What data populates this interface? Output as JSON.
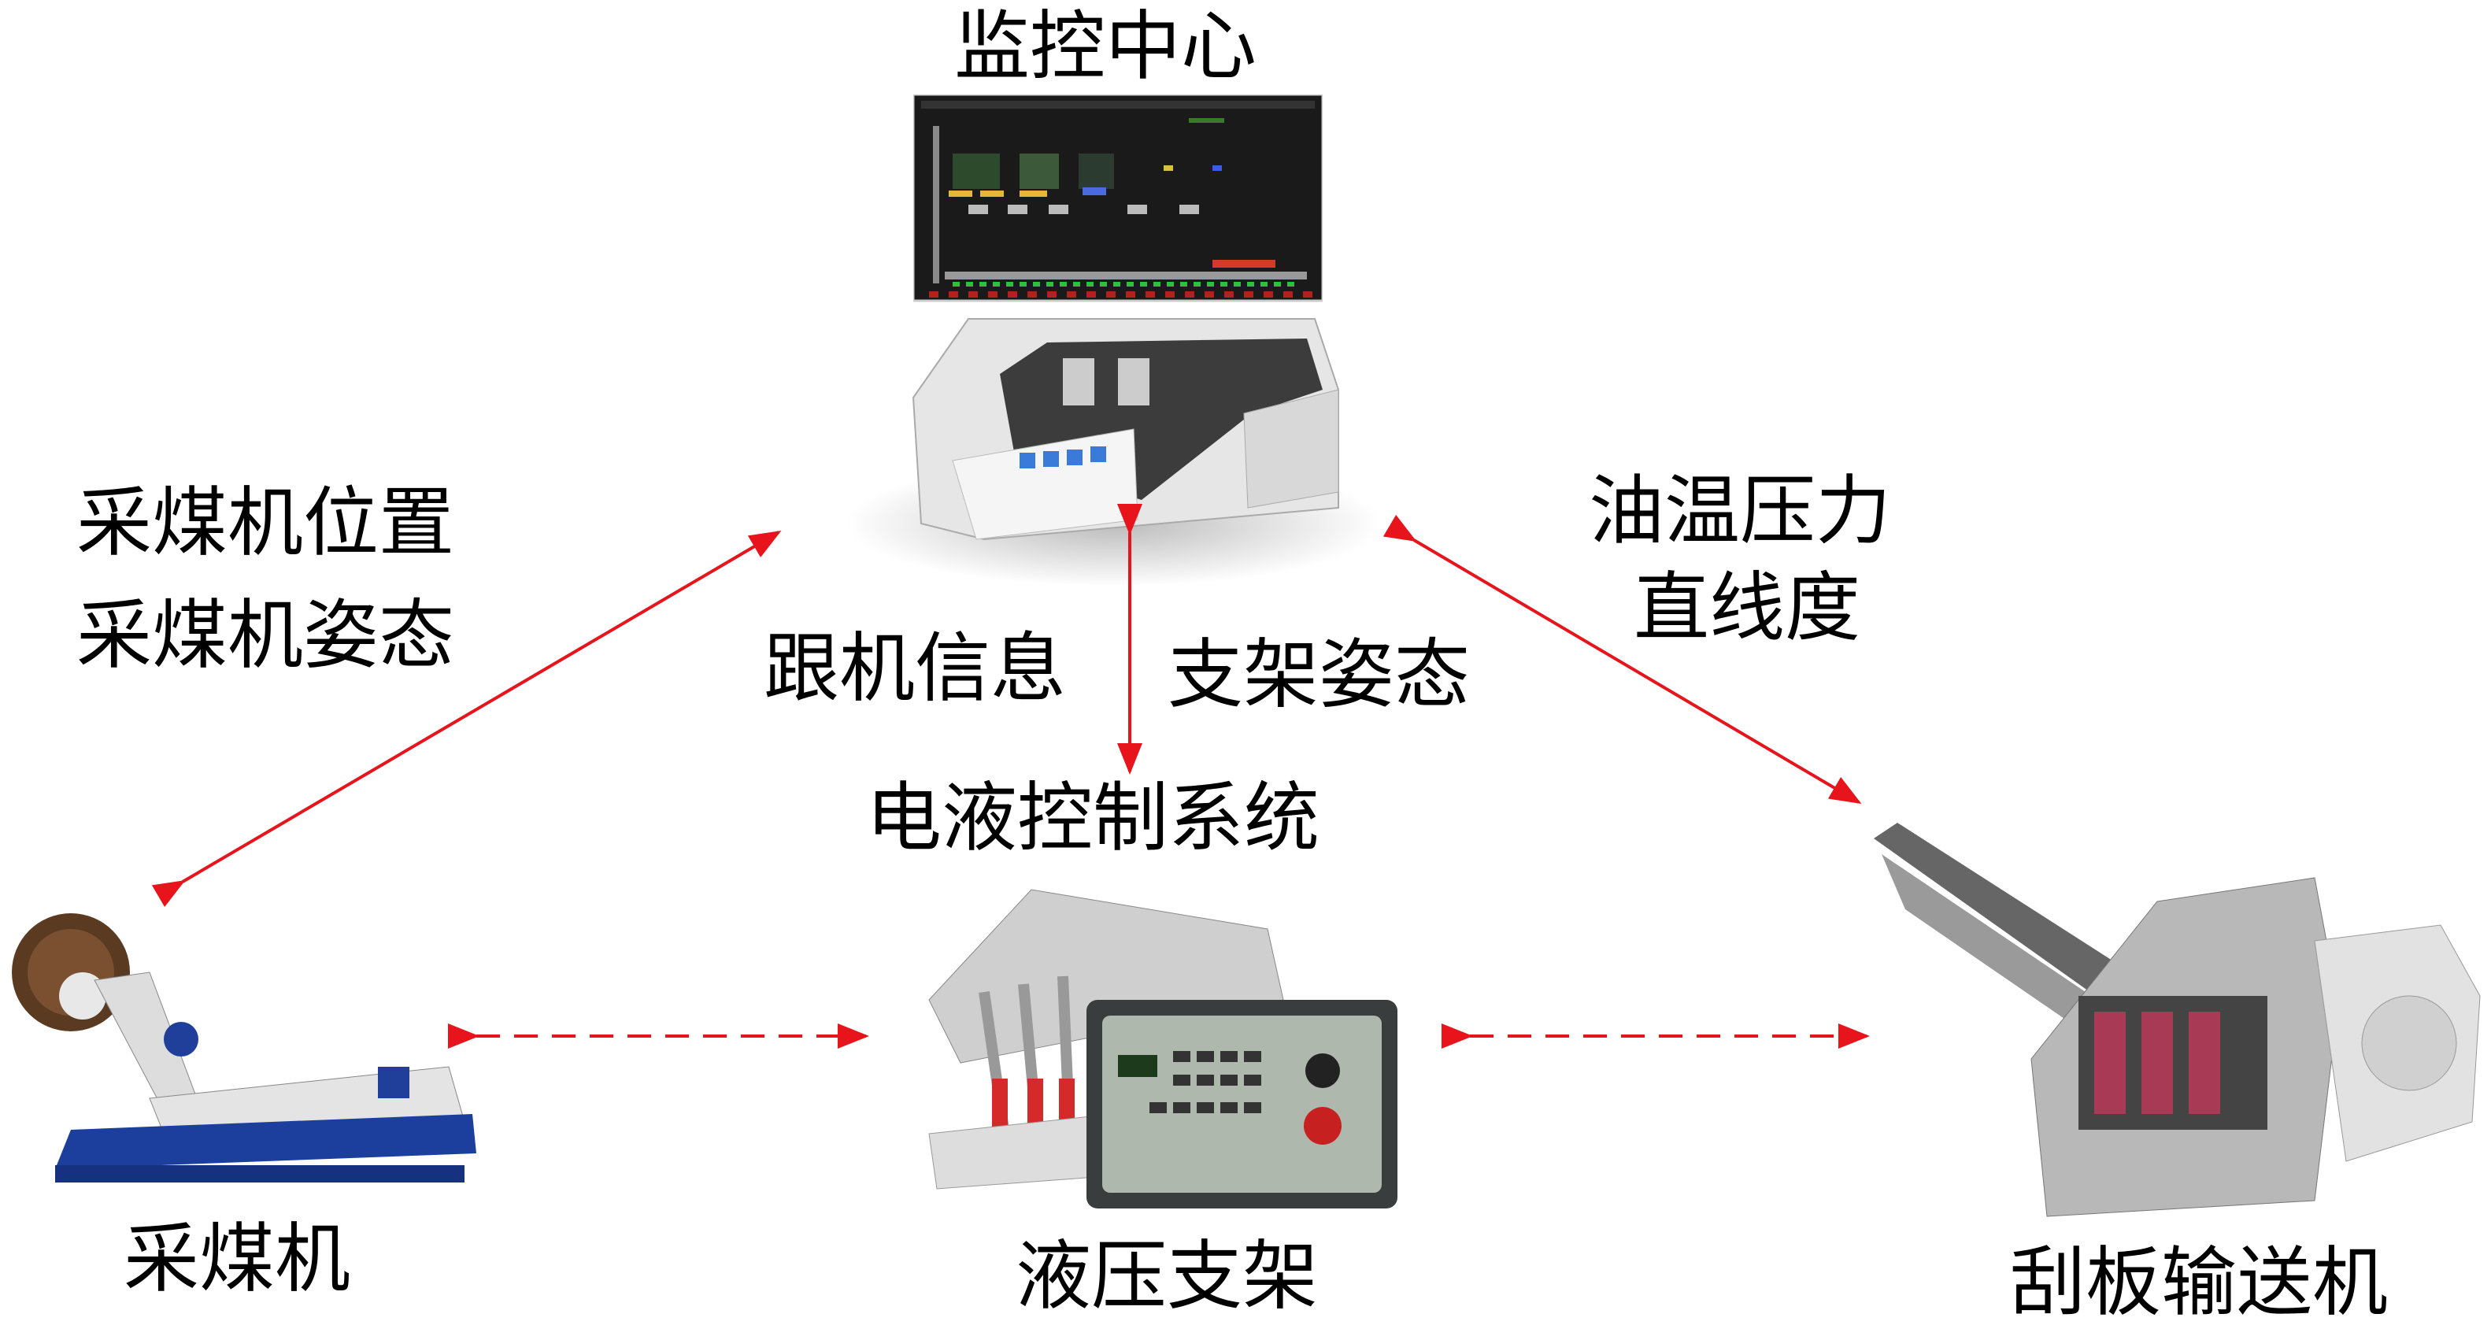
{
  "nodes": {
    "monitoring_center": "监控中心",
    "shearer": "采煤机",
    "hydraulic_support": "液压支架",
    "scraper_conveyor": "刮板输送机",
    "electro_hydraulic_control": "电液控制系统"
  },
  "edges": {
    "shearer_to_center": [
      "采煤机位置",
      "采煤机姿态"
    ],
    "support_to_center_left": "跟机信息",
    "support_to_center_right": "支架姿态",
    "conveyor_to_center": [
      "油温压力",
      "直线度"
    ]
  },
  "colors": {
    "arrow": "#e8141c",
    "screen": "#1a1a1a"
  }
}
